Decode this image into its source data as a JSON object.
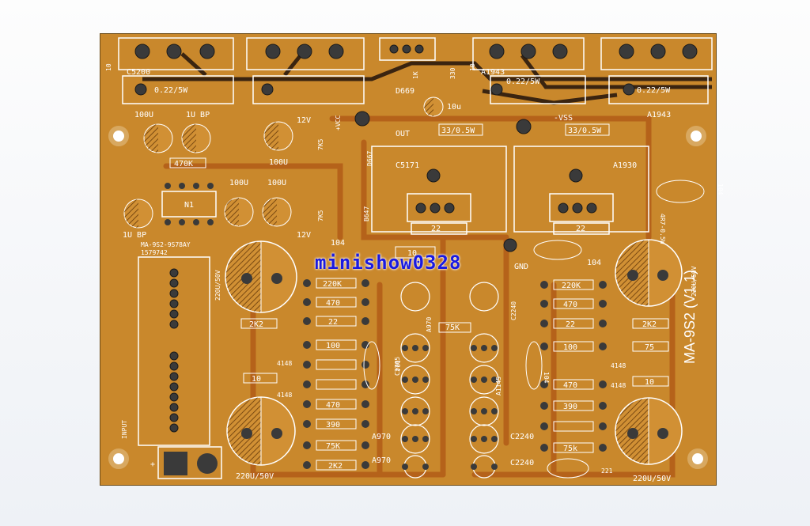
{
  "watermark": "minishow0328",
  "board": {
    "model": "MA-9S2 (V1.1)",
    "silkscreen": {
      "top_left_transistor": "C5200",
      "top_right_transistor": "A1943",
      "right_transistor_label": "A1943",
      "emitter_res": "0.22/5W",
      "res_10": "10",
      "driver_left": "C5171",
      "driver_right": "A1930",
      "pre_left": "D669",
      "res_33": "33/0.5W",
      "vcc": "+VCC",
      "vss": "-VSS",
      "out": "OUT",
      "gnd": "GND",
      "cap_100u": "100U",
      "cap_1ubp": "1U BP",
      "cap_10u": "10u",
      "res_470k": "470K",
      "res_1k": "1K",
      "res_330": "330",
      "res_7k5": "7K5",
      "res_12v": "12V",
      "opamp": "N1",
      "part_no": "MA-9S2-9S78AY",
      "date_code": "1579742",
      "heatsink_pad": "22",
      "cap_104": "104",
      "res_4r7": "4R7-0.5W",
      "bulk_cap": "220U/50V",
      "res_220k": "220K",
      "res_470": "470",
      "res_22": "22",
      "res_100": "100",
      "res_2k2": "2K2",
      "res_75k": "75K",
      "res_75k_lower": "75k",
      "res_75": "75",
      "res_390": "390",
      "diode": "4148",
      "c2240": "C2240",
      "a970": "A970",
      "a1145": "A1145",
      "c2705": "C2705",
      "input": "INPUT",
      "plus": "+",
      "cap_221": "221",
      "transistor_b647": "B647",
      "transistor_d667": "D667"
    }
  }
}
